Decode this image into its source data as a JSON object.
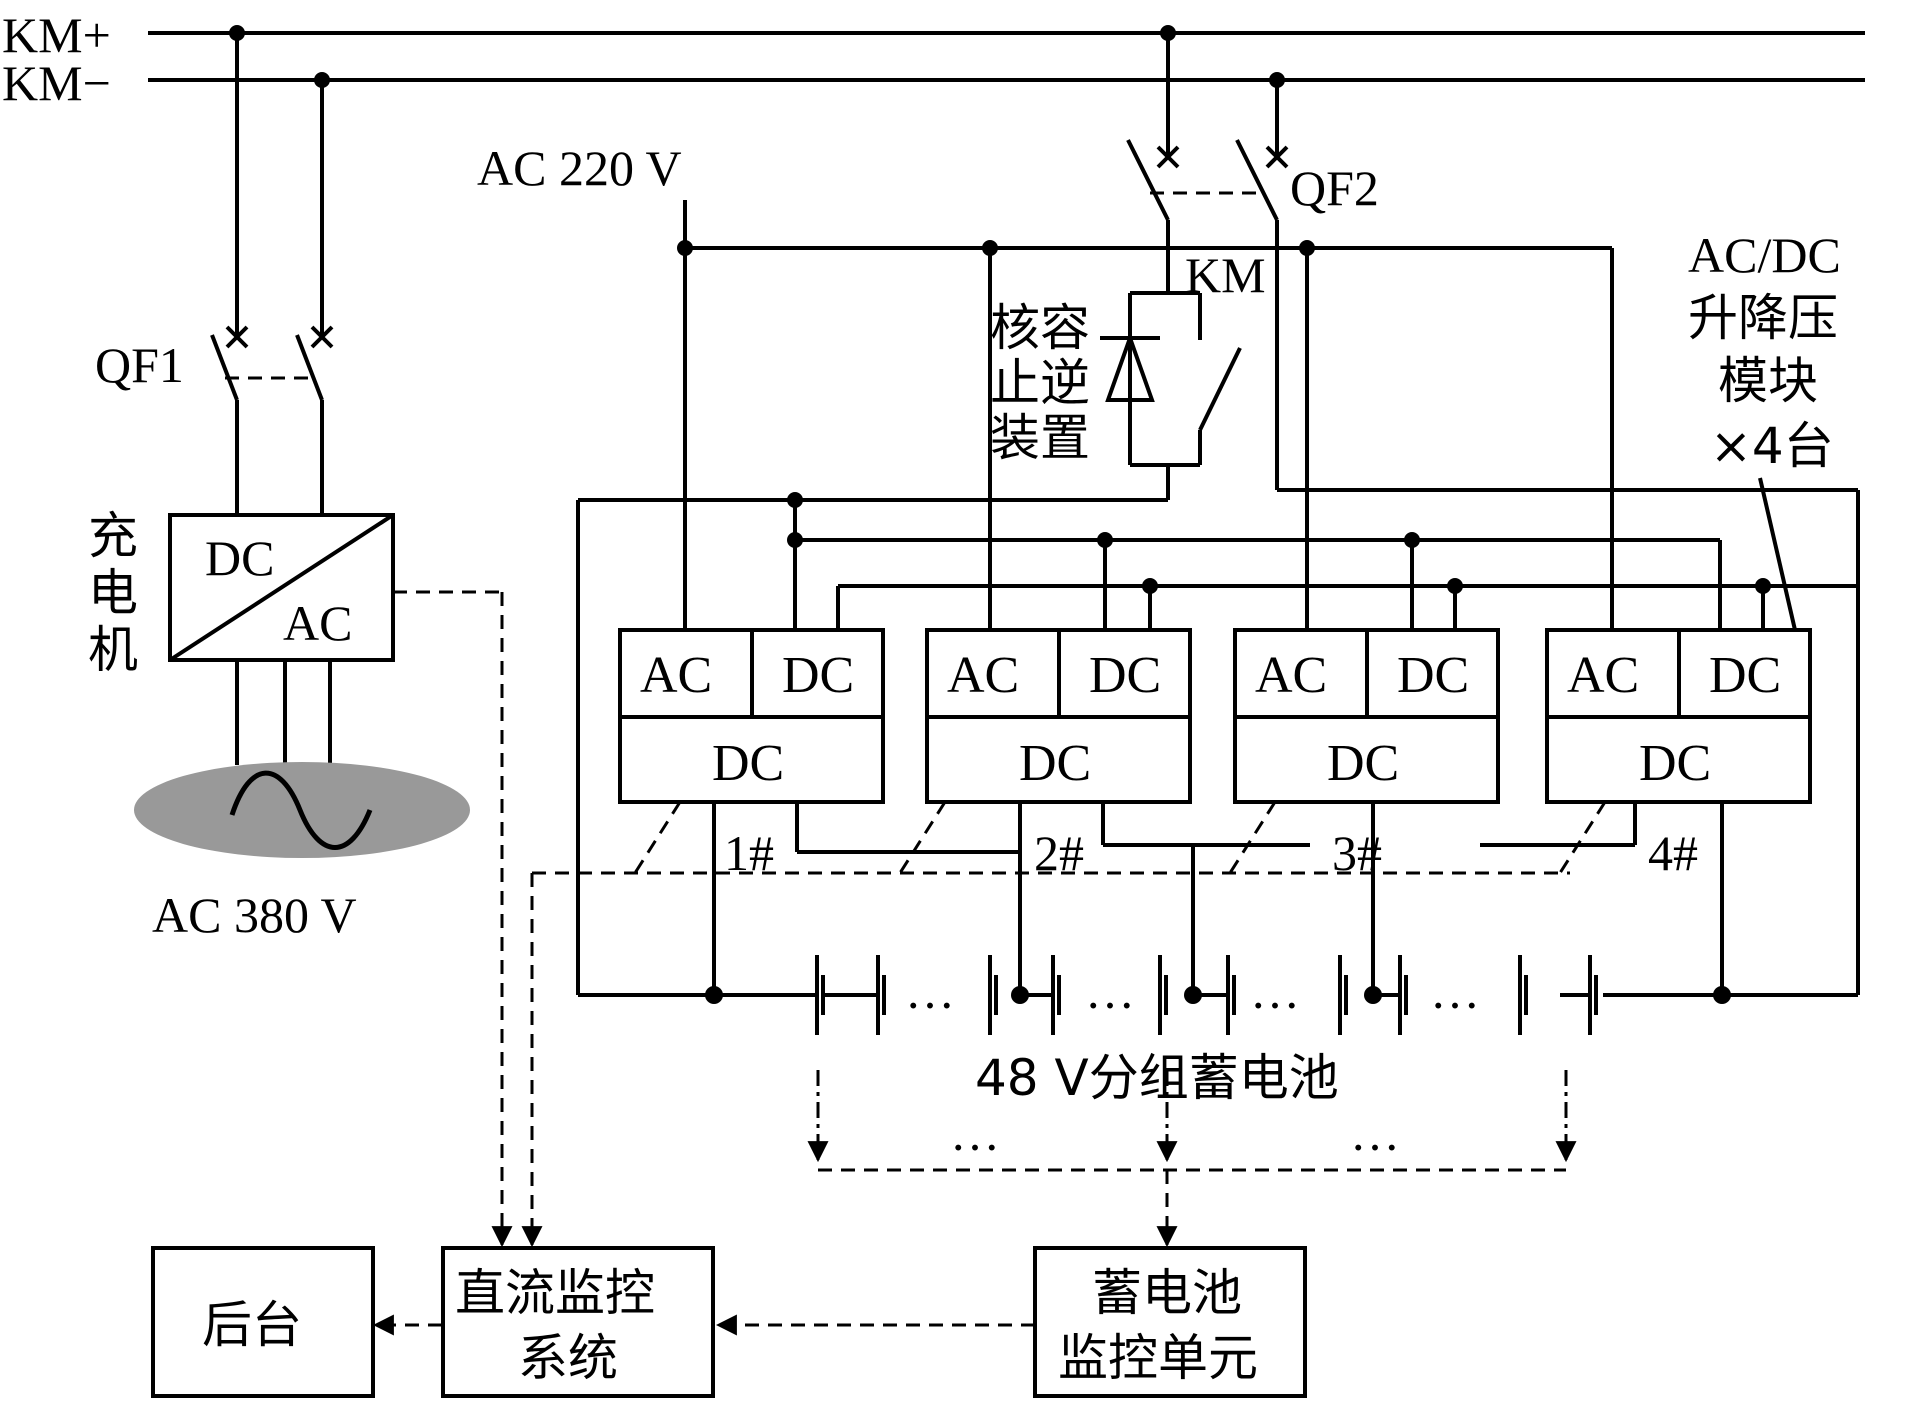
{
  "bus": {
    "positive": "KM+",
    "negative": "KM−"
  },
  "breakers": {
    "qf1": "QF1",
    "qf2": "QF2",
    "km": "KM"
  },
  "charger": {
    "label": "充电机",
    "dc": "DC",
    "ac": "AC",
    "source": "AC 380 V"
  },
  "ac_input": "AC 220 V",
  "reverse_device": {
    "line1": "核容",
    "line2": "止逆",
    "line3": "装置"
  },
  "module_note": {
    "line1": "AC/DC",
    "line2": "升降压",
    "line3": "模块",
    "line4": "×4台"
  },
  "modules": [
    {
      "ac": "AC",
      "dc_top": "DC",
      "dc": "DC",
      "id": "1#"
    },
    {
      "ac": "AC",
      "dc_top": "DC",
      "dc": "DC",
      "id": "2#"
    },
    {
      "ac": "AC",
      "dc_top": "DC",
      "dc": "DC",
      "id": "3#"
    },
    {
      "ac": "AC",
      "dc_top": "DC",
      "dc": "DC",
      "id": "4#"
    }
  ],
  "battery": {
    "label": "48 V分组蓄电池",
    "ellipsis": "…"
  },
  "boxes": {
    "backend": "后台",
    "dc_monitor_line1": "直流监控",
    "dc_monitor_line2": "系统",
    "battery_monitor_line1": "蓄电池",
    "battery_monitor_line2": "监控单元"
  }
}
